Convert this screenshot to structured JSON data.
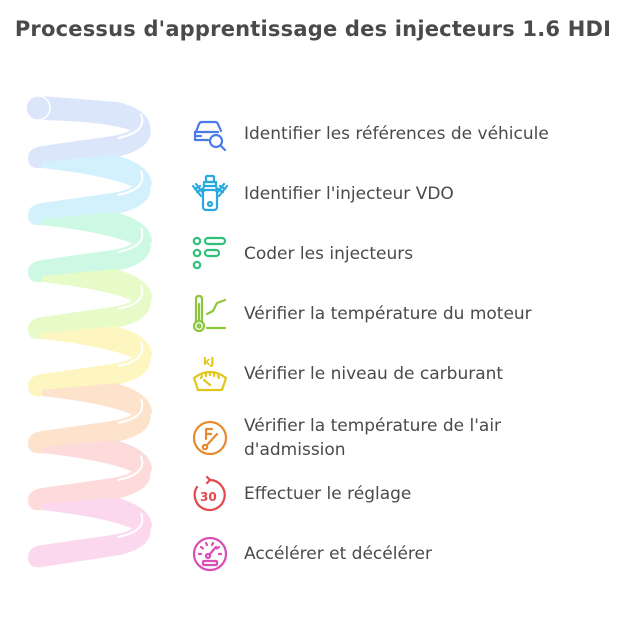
{
  "title": "Processus d'apprentissage des injecteurs 1.6 HDI",
  "steps": [
    {
      "label": "Identifier les références de véhicule",
      "icon": "car-search-icon",
      "color": "#4b7be8",
      "spiral_color": "#dce6fb"
    },
    {
      "label": "Identifier l'injecteur VDO",
      "icon": "injector-engine-icon",
      "color": "#2aa8e0",
      "spiral_color": "#d3f1fd"
    },
    {
      "label": "Coder les injecteurs",
      "icon": "code-list-icon",
      "color": "#2fc07a",
      "spiral_color": "#cdf8e4"
    },
    {
      "label": "Vérifier la température du moteur",
      "icon": "thermometer-graph-icon",
      "color": "#8cc63e",
      "spiral_color": "#e6fbc8"
    },
    {
      "label": "Vérifier le niveau de carburant",
      "icon": "fuel-gauge-kj-icon",
      "color": "#e0c51a",
      "spiral_color": "#fdf6c0"
    },
    {
      "label": "Vérifier la température de l'air d'admission",
      "icon": "air-temperature-gauge-icon",
      "color": "#e88a2e",
      "spiral_color": "#fde3cc"
    },
    {
      "label": "Effectuer le réglage",
      "icon": "rotate-30-icon",
      "color": "#e5484d",
      "spiral_color": "#fddbdb"
    },
    {
      "label": "Accélérer et décélérer",
      "icon": "speedometer-icon",
      "color": "#d94db5",
      "spiral_color": "#fcd8ef"
    }
  ]
}
